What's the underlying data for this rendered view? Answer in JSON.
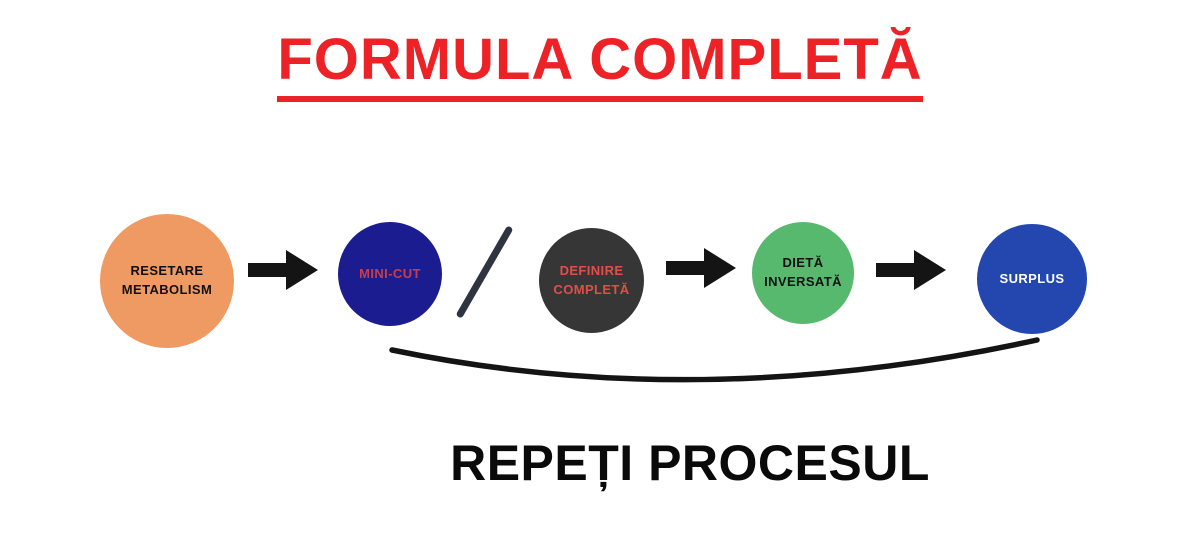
{
  "title": {
    "text": "FORMULA COMPLETĂ",
    "color": "#EC2227"
  },
  "nodes": [
    {
      "label": "RESETARE\nMETABOLISM",
      "bg": "#EF9A63",
      "text_color": "#111111"
    },
    {
      "label": "MINI-CUT",
      "bg": "#1A1C90",
      "text_color": "#C73E46"
    },
    {
      "label": "DEFINIRE\nCOMPLETĂ",
      "bg": "#363636",
      "text_color": "#DF5049"
    },
    {
      "label": "DIETĂ\nINVERSATĂ",
      "bg": "#57B96E",
      "text_color": "#111111"
    },
    {
      "label": "SURPLUS",
      "bg": "#2347AF",
      "text_color": "#FFFFFF"
    }
  ],
  "bottom_label": {
    "text": "REPEȚI PROCESUL",
    "color": "#0A0A0A"
  },
  "connector_color": "#141414",
  "slash_color": "#2E3440"
}
